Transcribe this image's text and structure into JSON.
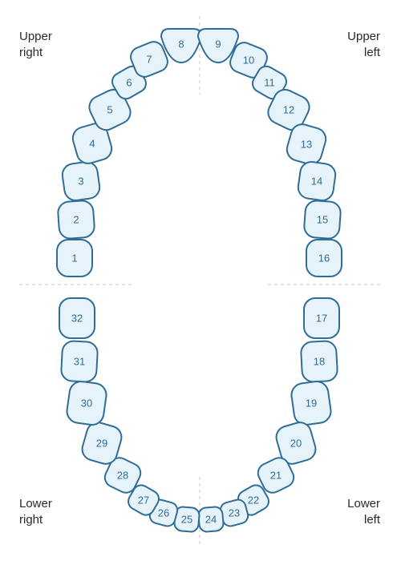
{
  "quadrants": {
    "upper_right": "Upper\nright",
    "upper_left": "Upper\nleft",
    "lower_right": "Lower\nright",
    "lower_left": "Lower\nleft"
  },
  "teeth": [
    "1",
    "2",
    "3",
    "4",
    "5",
    "6",
    "7",
    "8",
    "9",
    "10",
    "11",
    "12",
    "13",
    "14",
    "15",
    "16",
    "17",
    "18",
    "19",
    "20",
    "21",
    "22",
    "23",
    "24",
    "25",
    "26",
    "27",
    "28",
    "29",
    "30",
    "31",
    "32"
  ],
  "colors": {
    "tooth_fill": "#e7f3fb",
    "tooth_stroke": "#2f6d97",
    "guide": "#c8c8c8"
  }
}
